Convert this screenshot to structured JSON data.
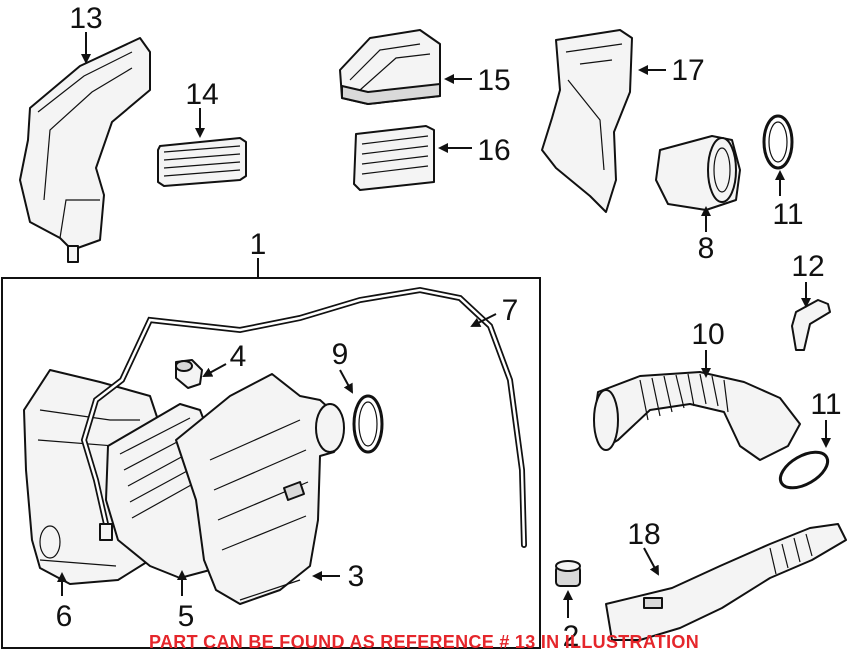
{
  "diagram": {
    "callouts": [
      "1",
      "2",
      "3",
      "4",
      "5",
      "6",
      "7",
      "8",
      "9",
      "10",
      "11",
      "11",
      "12",
      "13",
      "14",
      "15",
      "16",
      "17",
      "18"
    ],
    "note": "PART CAN BE FOUND AS REFERENCE # 13 IN ILLUSTRATION",
    "note_color": "#e5262b"
  }
}
